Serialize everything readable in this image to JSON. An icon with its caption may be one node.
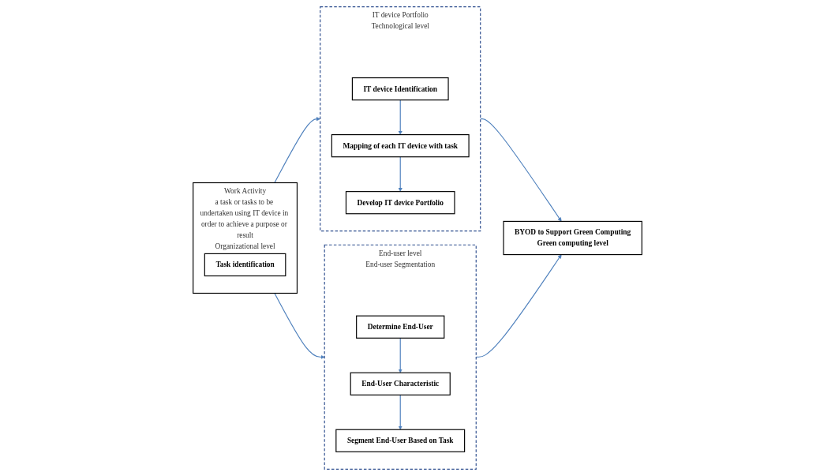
{
  "diagram": {
    "nodes": [
      {
        "text": [
          "Work Activity",
          "a task or tasks to be undertaken using IT device in order to achieve a purpose or result",
          "Organizational level"
        ]
      },
      {
        "text": [
          "Task identification"
        ],
        "in": 0
      },
      {
        "text": [
          "IT device Portfolio",
          "Technological level"
        ]
      },
      {
        "text": [
          "IT device Identification"
        ],
        "in": 2
      },
      {
        "text": [
          "Mapping of each IT device with task"
        ],
        "in": 2
      },
      {
        "text": [
          "Develop IT device Portfolio"
        ],
        "in": 2
      },
      {
        "text": [
          "End-user level",
          "End-user Segmentation"
        ]
      },
      {
        "text": [
          "Determine End-User"
        ],
        "in": 6
      },
      {
        "text": [
          "End-User Characteristic"
        ],
        "in": 6
      },
      {
        "text": [
          "Segment End-User Based on Task"
        ],
        "in": 6
      },
      {
        "text": [
          "BYOD to Support Green Computing",
          "Green computing level"
        ]
      }
    ],
    "edges": [
      {
        "from": 0,
        "to": 2,
        "arrow": "to"
      },
      {
        "from": 0,
        "to": 6,
        "arrow": "to"
      },
      {
        "from": 3,
        "to": 4,
        "arrow": "to"
      },
      {
        "from": 4,
        "to": 5,
        "arrow": "to"
      },
      {
        "from": 7,
        "to": 8,
        "arrow": "to"
      },
      {
        "from": 8,
        "to": 9,
        "arrow": "to"
      },
      {
        "from": 2,
        "to": 10,
        "arrow": "to"
      },
      {
        "from": 6,
        "to": 10,
        "arrow": "to"
      }
    ]
  }
}
